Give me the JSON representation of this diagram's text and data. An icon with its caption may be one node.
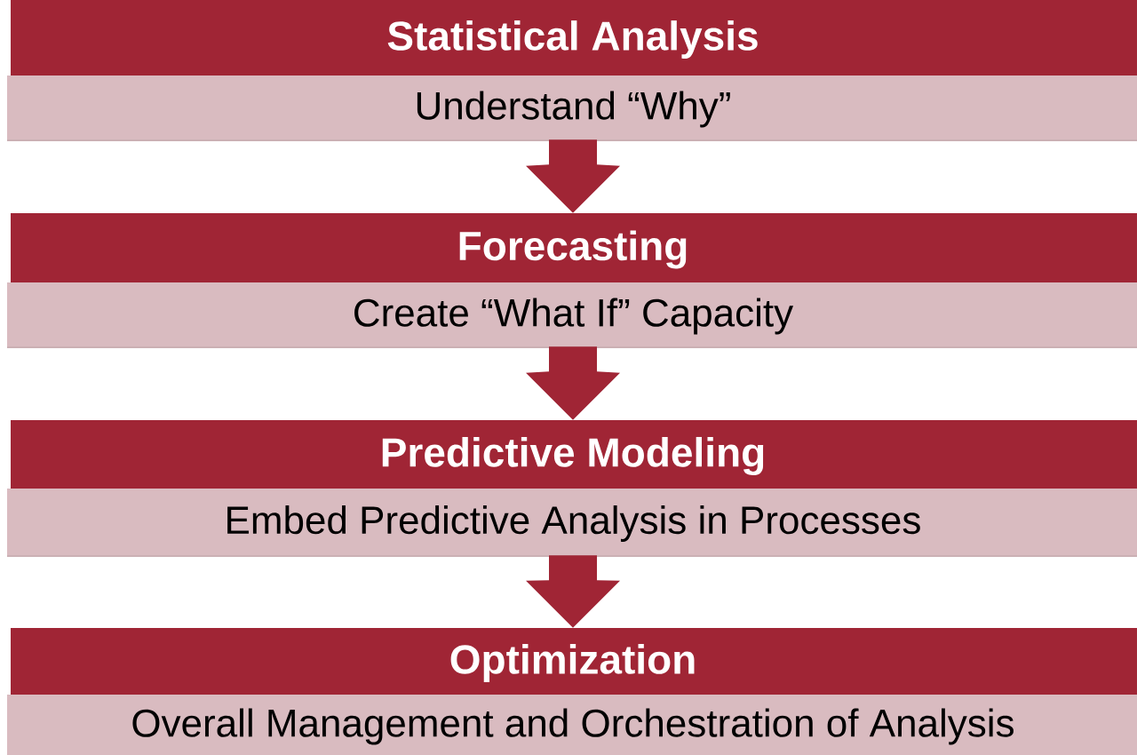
{
  "diagram": {
    "nodes": [
      {
        "text": [
          "Statistical Analysis",
          "Understand “Why”"
        ]
      },
      {
        "text": [
          "Forecasting",
          "Create “What If” Capacity"
        ]
      },
      {
        "text": [
          "Predictive Modeling",
          "Embed Predictive Analysis in Processes"
        ]
      },
      {
        "text": [
          "Optimization",
          "Overall Management and Orchestration of Analysis"
        ]
      }
    ],
    "edges": [
      {
        "from": 0,
        "to": 1,
        "arrow": "to"
      },
      {
        "from": 1,
        "to": 2,
        "arrow": "to"
      },
      {
        "from": 2,
        "to": 3,
        "arrow": "to"
      }
    ]
  }
}
